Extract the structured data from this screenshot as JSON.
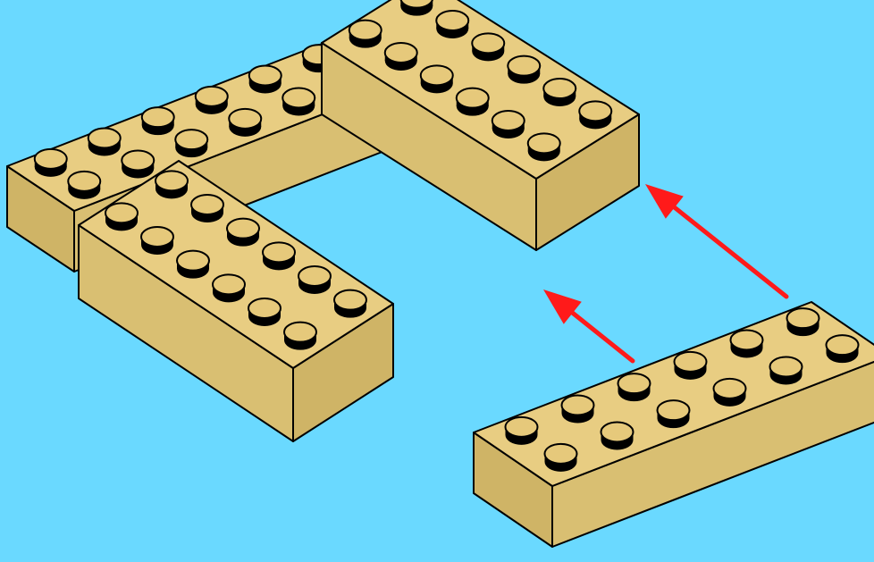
{
  "colors": {
    "background": "#6ad9ff",
    "brick_top": "#e8cd82",
    "brick_front": "#d9bf72",
    "brick_side": "#cfb466",
    "stud_top": "#e6c97b",
    "outline": "#000000",
    "arrow": "#ff1a1a"
  },
  "bricks": [
    {
      "id": "back-left",
      "studs": "2x6"
    },
    {
      "id": "back-right",
      "studs": "2x6"
    },
    {
      "id": "front-left",
      "studs": "2x6"
    },
    {
      "id": "loose",
      "studs": "2x6"
    }
  ],
  "arrows": [
    {
      "id": "arrow-upper",
      "direction": "up-left"
    },
    {
      "id": "arrow-lower",
      "direction": "up-left"
    }
  ]
}
